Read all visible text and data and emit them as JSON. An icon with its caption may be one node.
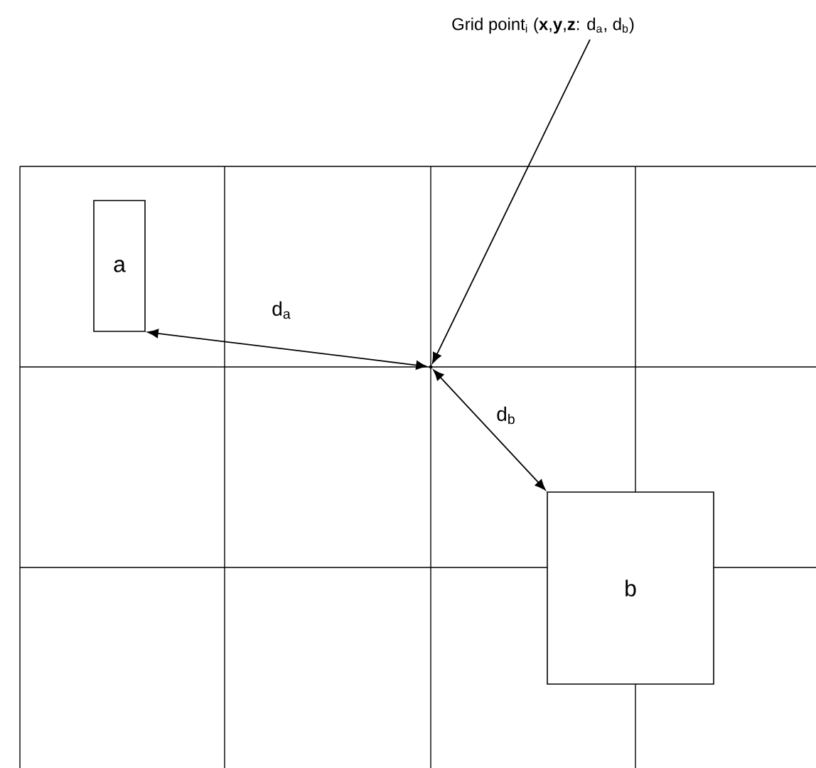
{
  "diagram": {
    "nodes": [
      {
        "text": [
          "Grid point$_{i}$ (**x**,**y**,**z**: d$_{a}$, d$_{b}$)"
        ]
      },
      {
        "text": [],
        "shape": "point"
      },
      {
        "text": [
          "a"
        ]
      },
      {
        "text": [
          "b"
        ]
      }
    ],
    "edges": [
      {
        "from": 0,
        "to": 1,
        "arrow": "to"
      },
      {
        "from": 1,
        "to": 2,
        "arrow": "both",
        "label": "d$_{a}$"
      },
      {
        "from": 1,
        "to": 3,
        "arrow": "both",
        "label": "d$_{b}$"
      }
    ]
  }
}
